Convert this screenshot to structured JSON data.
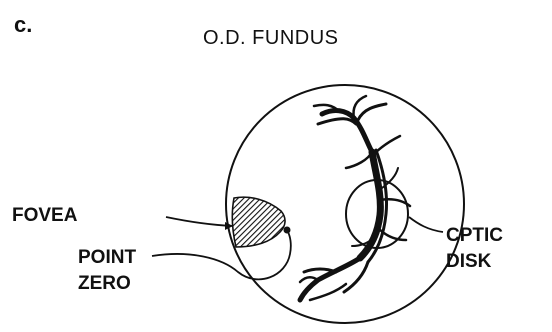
{
  "panel_letter": "c.",
  "title": "O.D. FUNDUS",
  "labels": {
    "fovea": "FOVEA",
    "point_zero_line1": "POINT",
    "point_zero_line2": "ZERO",
    "optic_disk_line1": "CPTIC",
    "optic_disk_line2": "DISK"
  },
  "colors": {
    "ink": "#111111",
    "background": "#ffffff"
  }
}
